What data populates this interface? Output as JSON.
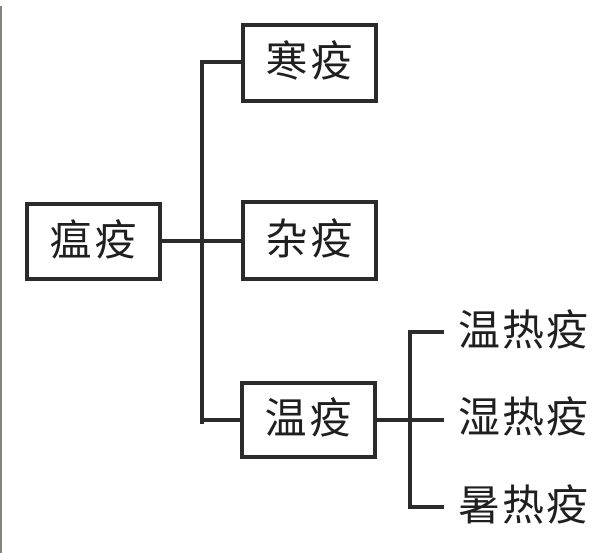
{
  "figure": {
    "type": "tree-diagram",
    "background_color": "#ffffff",
    "line_color": "#2b2b2b",
    "text_color": "#1f1f1f"
  },
  "diagram": {
    "root": {
      "label": "瘟疫"
    },
    "children": [
      {
        "label": "寒疫",
        "children": []
      },
      {
        "label": "杂疫",
        "children": []
      },
      {
        "label": "温疫",
        "children": [
          {
            "label": "温热疫"
          },
          {
            "label": "湿热疫"
          },
          {
            "label": "暑热疫"
          }
        ]
      }
    ]
  }
}
